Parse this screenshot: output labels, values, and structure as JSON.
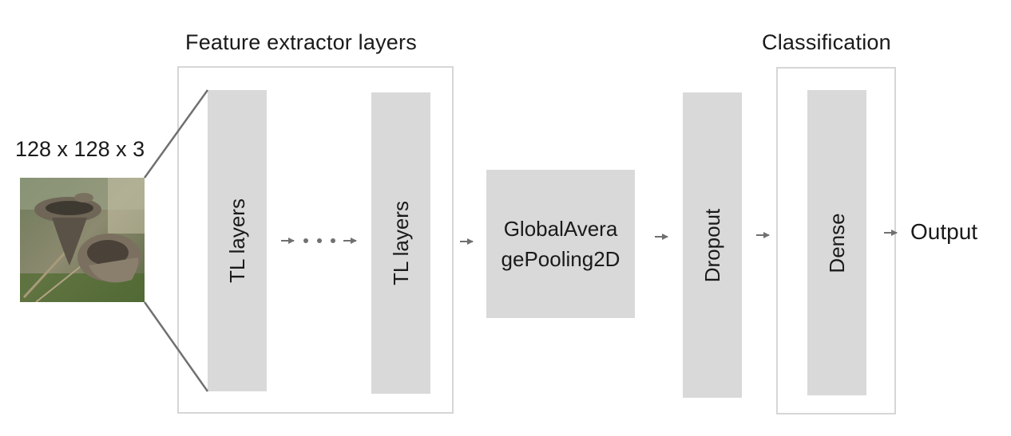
{
  "titles": {
    "feature_extractor": "Feature extractor layers",
    "classification": "Classification"
  },
  "input": {
    "dimensions": "128 x 128 x 3"
  },
  "layers": {
    "tl_first": "TL layers",
    "tl_last": "TL layers",
    "pooling": "GlobalAveragePooling2D",
    "dropout": "Dropout",
    "dense": "Dense"
  },
  "output": {
    "label": "Output"
  },
  "colors": {
    "layer_fill": "#d9d9d9",
    "box_border": "#d6d6d6",
    "arrow": "#707070",
    "text": "#1a1a1a"
  }
}
